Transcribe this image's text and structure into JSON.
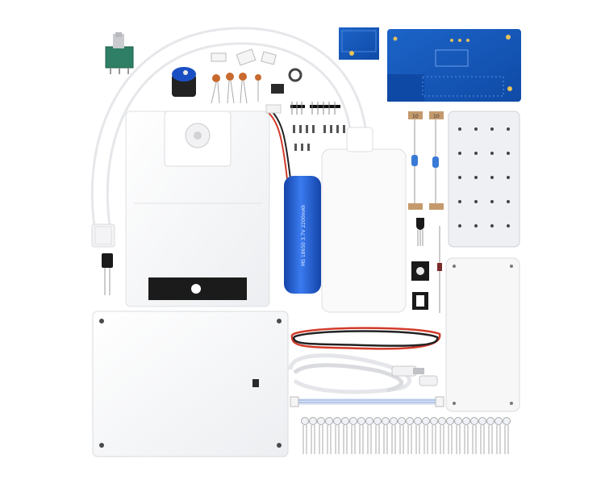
{
  "image": {
    "background": "#ffffff",
    "battery": {
      "label": "MS 18650  3.7V 2200mAh"
    },
    "resistor_labels": [
      "10",
      "10"
    ],
    "led_count": 26,
    "colors": {
      "case_white": "#f7f7f8",
      "case_shadow": "#e3e4e7",
      "pcb_blue": "#1557b8",
      "pcb_dark": "#0d3f8f",
      "battery_blue": "#1f5fd6",
      "knob_blue": "#1a4fc4",
      "capacitor_orange": "#c8692e",
      "wire_red": "#d23a2a",
      "wire_black": "#222222",
      "chip_black": "#1a1a1a"
    }
  }
}
